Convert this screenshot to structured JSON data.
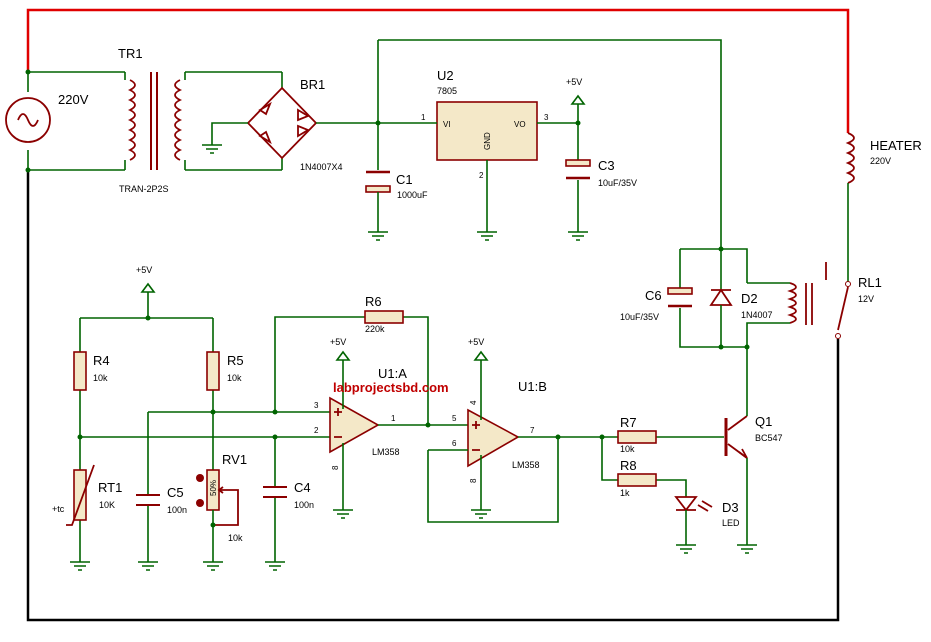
{
  "source": {
    "label": "220V"
  },
  "transformer": {
    "ref": "TR1",
    "model": "TRAN-2P2S"
  },
  "bridge": {
    "ref": "BR1",
    "model": "1N4007X4"
  },
  "regulator": {
    "ref": "U2",
    "model": "7805",
    "pin_vi": "VI",
    "pin_vo": "VO",
    "pin_gnd": "GND",
    "pin1": "1",
    "pin2": "2",
    "pin3": "3"
  },
  "c1": {
    "ref": "C1",
    "value": "1000uF"
  },
  "c3": {
    "ref": "C3",
    "value": "10uF/35V"
  },
  "c6": {
    "ref": "C6",
    "value": "10uF/35V"
  },
  "c5": {
    "ref": "C5",
    "value": "100n"
  },
  "c4": {
    "ref": "C4",
    "value": "100n"
  },
  "heater": {
    "ref": "HEATER",
    "value": "220V"
  },
  "relay": {
    "ref": "RL1",
    "value": "12V"
  },
  "d2": {
    "ref": "D2",
    "model": "1N4007"
  },
  "d3": {
    "ref": "D3",
    "model": "LED"
  },
  "q1": {
    "ref": "Q1",
    "model": "BC547"
  },
  "r4": {
    "ref": "R4",
    "value": "10k"
  },
  "r5": {
    "ref": "R5",
    "value": "10k"
  },
  "r6": {
    "ref": "R6",
    "value": "220k"
  },
  "r7": {
    "ref": "R7",
    "value": "10k"
  },
  "r8": {
    "ref": "R8",
    "value": "1k"
  },
  "rv1": {
    "ref": "RV1",
    "value": "10k",
    "body_text": "50%"
  },
  "rt1": {
    "ref": "RT1",
    "value": "10K",
    "symbol": "+tc"
  },
  "u1a": {
    "ref": "U1:A",
    "model": "LM358",
    "pin3": "3",
    "pin2": "2",
    "pin1": "1",
    "pin8": "8"
  },
  "u1b": {
    "ref": "U1:B",
    "model": "LM358",
    "pin5": "5",
    "pin6": "6",
    "pin7": "7",
    "pin4": "4",
    "pin8": "8"
  },
  "supplies": {
    "plus5v": "+5V"
  },
  "watermark": "labprojectsbd.com"
}
